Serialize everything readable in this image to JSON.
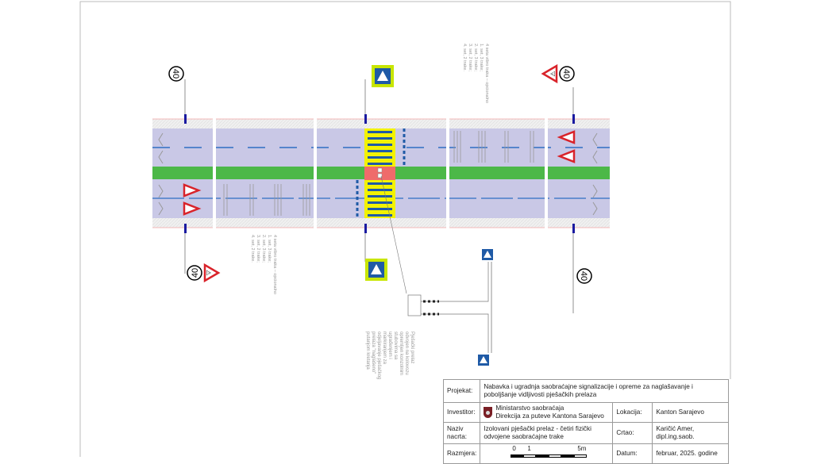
{
  "drawing": {
    "speed_limit": "40",
    "vibro_note_top": [
      "4 seta vibro traka – opcionalno",
      "1. set, 3 trake;",
      "2. set, 3 trake;",
      "3. set, 2 trake;",
      "4. set, 2 trake."
    ],
    "vibro_note_bottom": [
      "4 seta vibro traka – opcionalno",
      "1. set, 3 trake;",
      "2. set, 3 trake;",
      "3. set, 2 trake;",
      "4. set, 2 trake."
    ],
    "crossing_note": [
      "Pješački prelaz",
      "odvojen na kolovozu",
      "opremljen konzolnim",
      "stubovima sa",
      "ugrađenjem i",
      "markiranjem za",
      "odjeljavanje pješačkog",
      "prelaza \"naglašeno\"",
      "putanjom kretanja"
    ]
  },
  "title_block": {
    "project_label": "Projekat:",
    "project": "Nabavka i ugradnja saobraćajne signalizacije i opreme za naglašavanje i poboljšanje vidljivosti pješačkih prelaza",
    "investor_label": "Investitor:",
    "investor_line1": "Ministarstvo saobraćaja",
    "investor_line2": "Direkcija za puteve Kantona Sarajevo",
    "location_label": "Lokacija:",
    "location": "Kanton Sarajevo",
    "drawing_name_label": "Naziv nacrta:",
    "drawing_name": "Izolovani pješački prelaz - četiri fizički odvojene saobraćajne trake",
    "drawn_by_label": "Crtao:",
    "drawn_by": "Karičić Amer, dipl.ing.saob.",
    "scale_label": "Razmjera:",
    "scale_0": "0",
    "scale_1": "1",
    "scale_5": "5m",
    "date_label": "Datum:",
    "date": "februar, 2025. godine"
  },
  "colors": {
    "road": "#c9c8e6",
    "median": "#4cb848",
    "crossing": "#f2f200",
    "stripe": "#1f5aa6",
    "refuge": "#ef6b6b"
  }
}
